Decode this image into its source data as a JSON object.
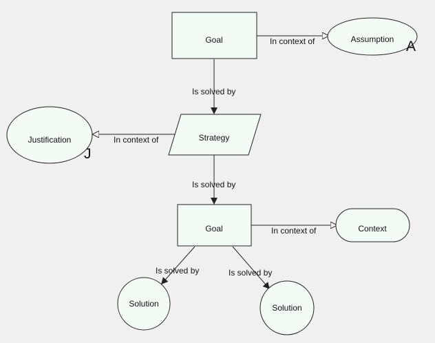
{
  "diagram": {
    "nodes": {
      "goal_top": {
        "type": "goal",
        "label": "Goal"
      },
      "assumption": {
        "type": "assumption",
        "label": "Assumption",
        "marker": "A"
      },
      "strategy": {
        "type": "strategy",
        "label": "Strategy"
      },
      "justification": {
        "type": "justification",
        "label": "Justification",
        "marker": "J"
      },
      "goal_mid": {
        "type": "goal",
        "label": "Goal"
      },
      "context": {
        "type": "context",
        "label": "Context"
      },
      "solution_left": {
        "type": "solution",
        "label": "Solution"
      },
      "solution_right": {
        "type": "solution",
        "label": "Solution"
      }
    },
    "edges": [
      {
        "from": "goal_top",
        "to": "assumption",
        "label": "In context of"
      },
      {
        "from": "goal_top",
        "to": "strategy",
        "label": "Is solved by"
      },
      {
        "from": "strategy",
        "to": "justification",
        "label": "In context of"
      },
      {
        "from": "strategy",
        "to": "goal_mid",
        "label": "Is solved by"
      },
      {
        "from": "goal_mid",
        "to": "context",
        "label": "In context of"
      },
      {
        "from": "goal_mid",
        "to": "solution_left",
        "label": "Is solved by"
      },
      {
        "from": "goal_mid",
        "to": "solution_right",
        "label": "Is solved by"
      }
    ]
  }
}
